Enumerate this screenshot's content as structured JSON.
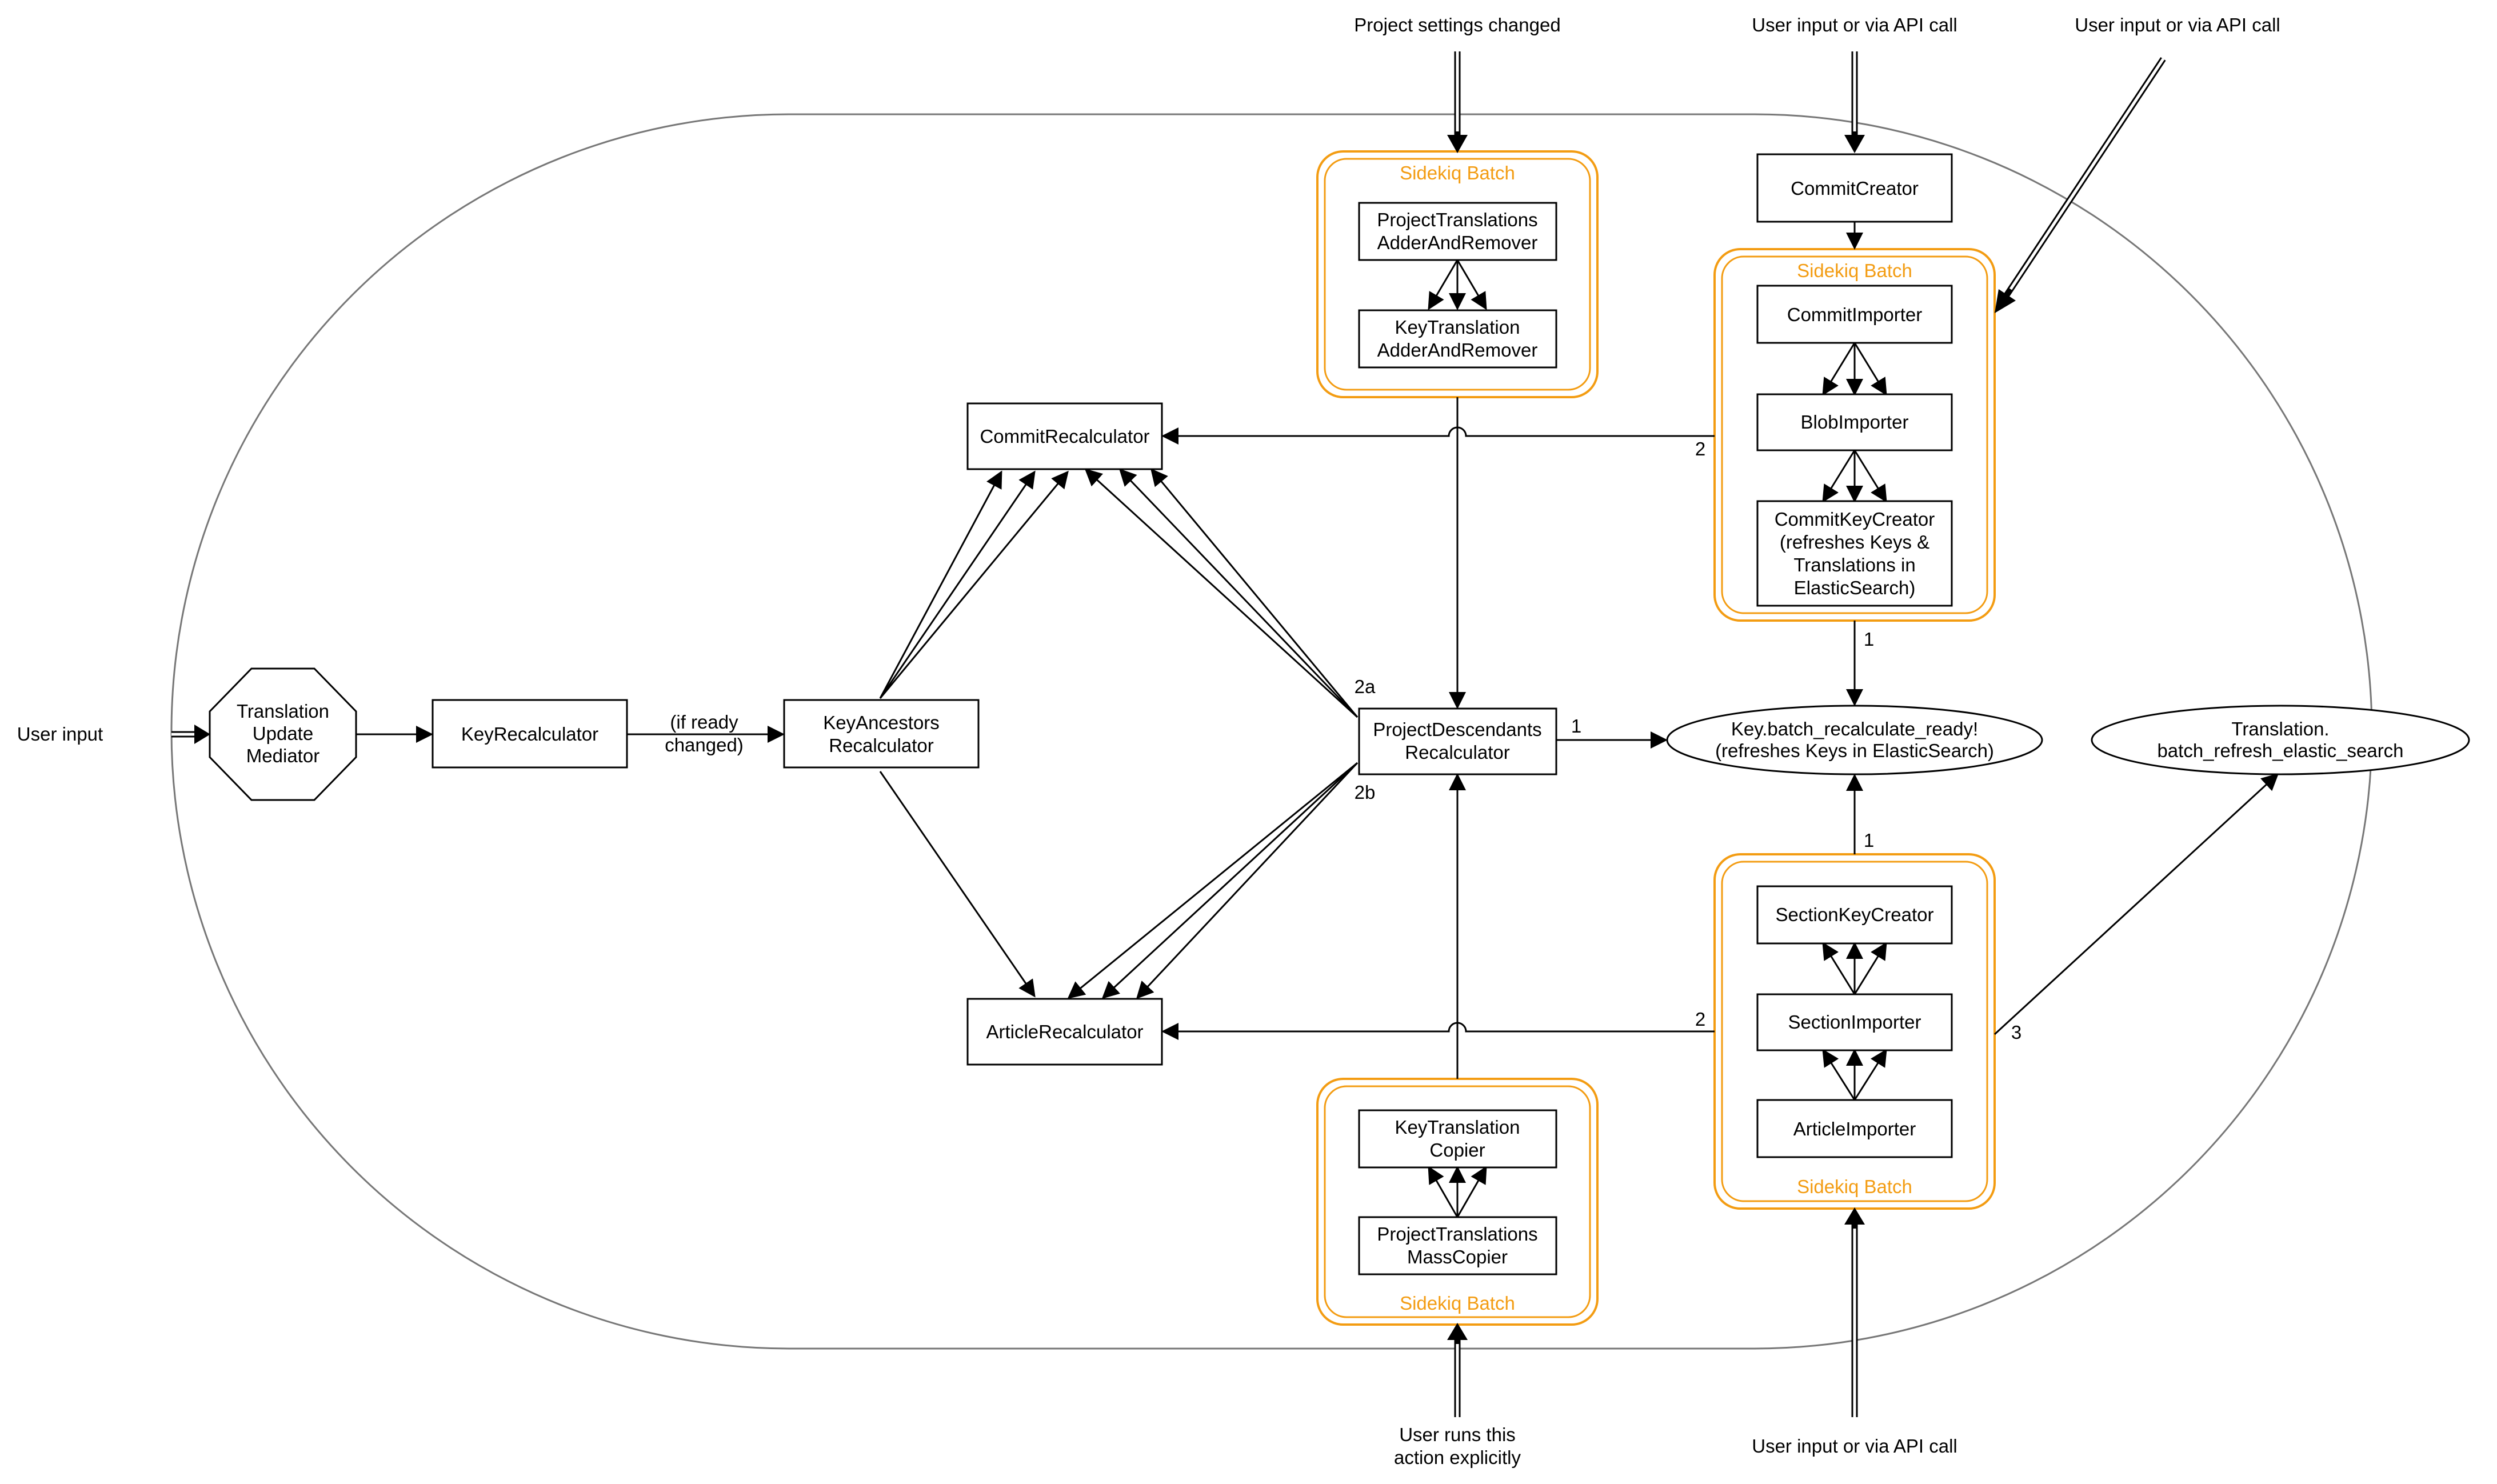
{
  "external": {
    "project_settings_changed": "Project settings changed",
    "user_input_api_1": "User input or via API call",
    "user_input_api_2": "User input or via API call",
    "user_input": "User input",
    "user_runs_line1": "User runs this",
    "user_runs_line2": "action explicitly",
    "user_input_api_3": "User input or via API call"
  },
  "batches": {
    "label": "Sidekiq Batch"
  },
  "nodes": {
    "project_translations_adder": [
      "ProjectTranslations",
      "AdderAndRemover"
    ],
    "key_translation_adder": [
      "KeyTranslation",
      "AdderAndRemover"
    ],
    "commit_creator": "CommitCreator",
    "commit_importer": "CommitImporter",
    "blob_importer": "BlobImporter",
    "commit_key_creator": [
      "CommitKeyCreator",
      "(refreshes Keys &",
      "Translations in",
      "ElasticSearch)"
    ],
    "commit_recalculator": "CommitRecalculator",
    "translation_update_mediator": [
      "Translation",
      "Update",
      "Mediator"
    ],
    "key_recalculator": "KeyRecalculator",
    "key_ancestors_recalculator": [
      "KeyAncestors",
      "Recalculator"
    ],
    "project_descendants_recalculator": [
      "ProjectDescendants",
      "Recalculator"
    ],
    "key_batch_recalculate": [
      "Key.batch_recalculate_ready!",
      "(refreshes Keys in ElasticSearch)"
    ],
    "translation_batch_refresh": [
      "Translation.",
      "batch_refresh_elastic_search"
    ],
    "article_recalculator": "ArticleRecalculator",
    "section_key_creator": "SectionKeyCreator",
    "section_importer": "SectionImporter",
    "article_importer": "ArticleImporter",
    "key_translation_copier": [
      "KeyTranslation",
      "Copier"
    ],
    "project_translations_mass_copier": [
      "ProjectTranslations",
      "MassCopier"
    ]
  },
  "edge_labels": {
    "if_ready_changed": [
      "(if ready",
      "changed)"
    ],
    "two_top": "2",
    "two_bottom": "2",
    "two_a": "2a",
    "two_b": "2b",
    "one_right": "1",
    "one_top": "1",
    "one_bottom": "1",
    "three": "3"
  },
  "colors": {
    "batch_accent": "#f39c12",
    "boundary": "#777777",
    "line": "#000000"
  }
}
